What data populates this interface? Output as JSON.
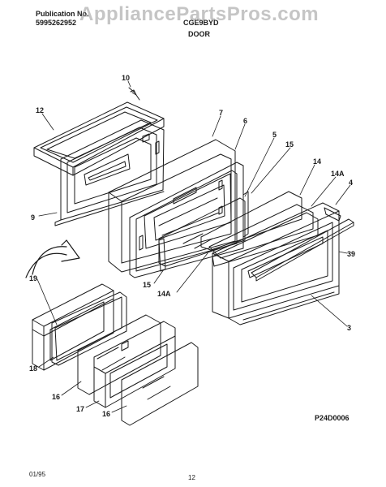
{
  "header": {
    "publication_label": "Publication No.",
    "publication_number": "5995262952",
    "model": "CGE9BYD",
    "section_title": "DOOR"
  },
  "watermark": "AppliancePartsPros.com",
  "callouts": [
    "10",
    "12",
    "7",
    "6",
    "5",
    "15",
    "14",
    "14A",
    "4",
    "9",
    "39",
    "15",
    "14A",
    "3",
    "19",
    "18",
    "16",
    "17",
    "16"
  ],
  "diagram_code": "P24D0006",
  "footer": {
    "date": "01/95",
    "page_number": "12"
  },
  "colors": {
    "line": "#1a1a1a",
    "watermark": "#969696"
  }
}
